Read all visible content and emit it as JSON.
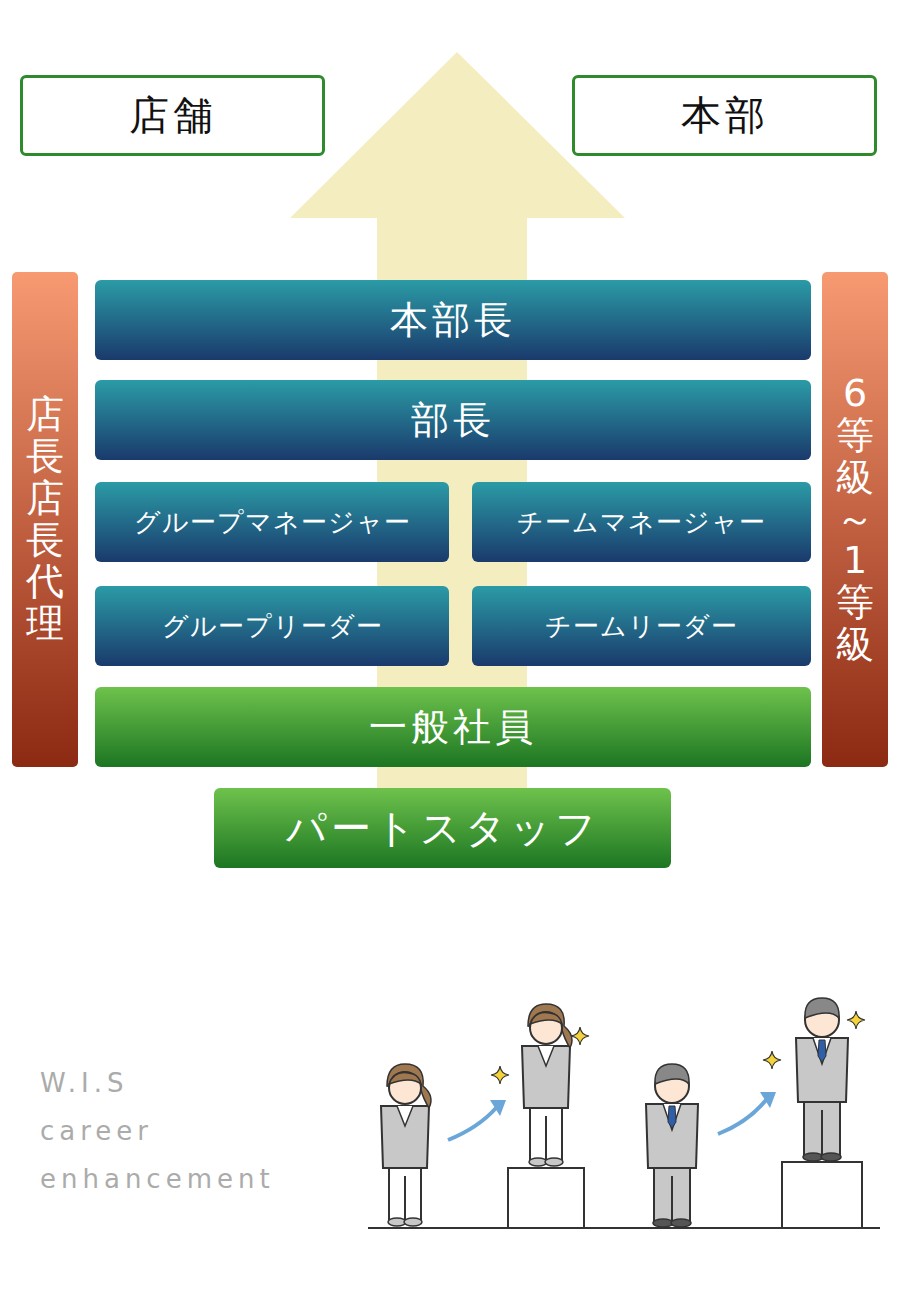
{
  "diagram": {
    "nodes": [
      {
        "text": [
          "店舗"
        ]
      },
      {
        "text": [
          "本部"
        ]
      },
      {
        "text": [
          "店長・店長代理"
        ]
      },
      {
        "text": [
          "本部長"
        ]
      },
      {
        "text": [
          "6等級～1等級"
        ]
      },
      {
        "text": [
          "部長"
        ]
      },
      {
        "text": [
          "グループマネージャー"
        ]
      },
      {
        "text": [
          "チームマネージャー"
        ]
      },
      {
        "text": [
          "グループリーダー"
        ]
      },
      {
        "text": [
          "チームリーダー"
        ]
      },
      {
        "text": [
          "一般社員"
        ]
      },
      {
        "text": [
          "パートスタッフ"
        ]
      }
    ],
    "labels": [
      "W.I.S",
      "career",
      "enhancement"
    ]
  }
}
